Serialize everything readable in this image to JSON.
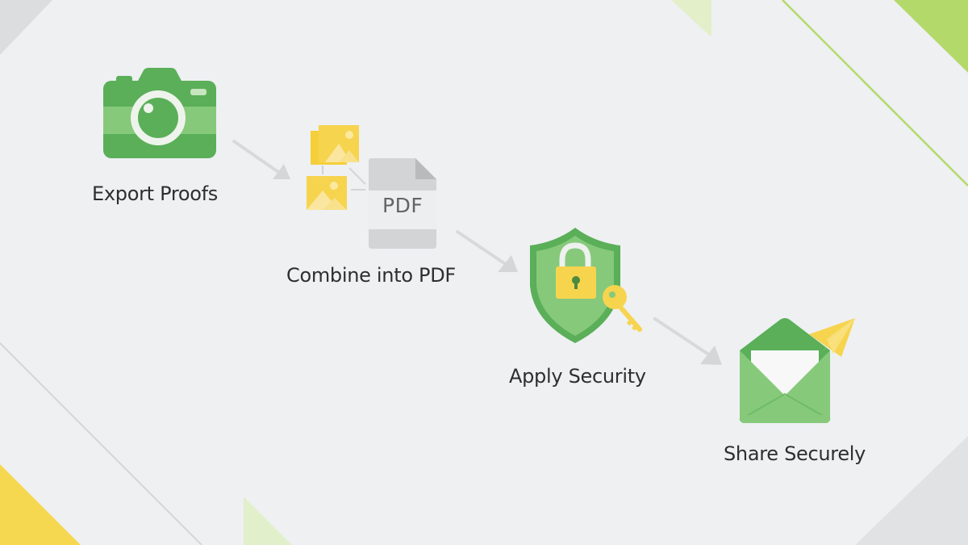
{
  "diagram": {
    "type": "process-flow",
    "steps": [
      {
        "label": "Export Proofs",
        "icon": "camera-icon"
      },
      {
        "label": "Combine into PDF",
        "icon": "images-to-pdf-icon",
        "badge": "PDF"
      },
      {
        "label": "Apply Security",
        "icon": "shield-lock-key-icon"
      },
      {
        "label": "Share Securely",
        "icon": "envelope-paper-plane-icon"
      }
    ],
    "connectors": [
      "arrow-1-2",
      "arrow-2-3",
      "arrow-3-4"
    ]
  },
  "colors": {
    "background": "#eef0f2",
    "green_dark": "#5aaf58",
    "green_light": "#86c97a",
    "yellow": "#f6d44e",
    "gray_doc": "#cfd1d3",
    "arrow": "#d5d6d8",
    "accent_lime": "#b3d96b",
    "text": "#2e2e2e"
  }
}
